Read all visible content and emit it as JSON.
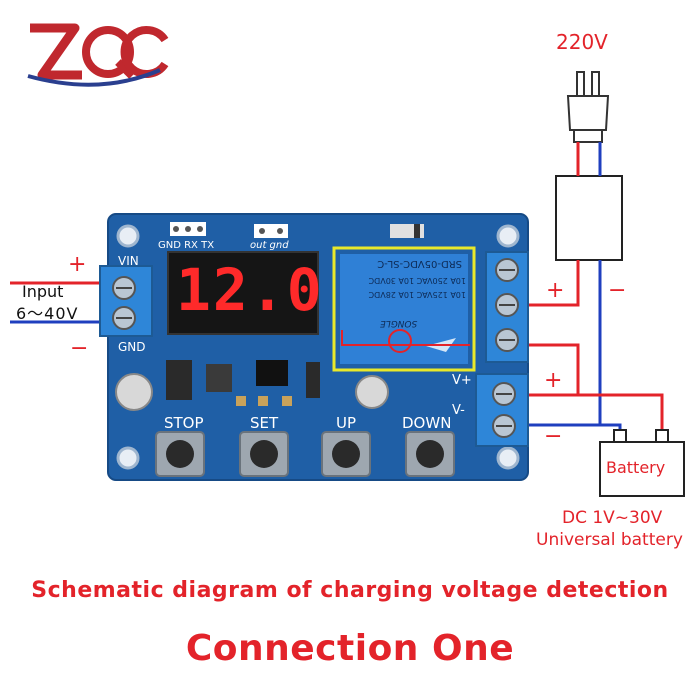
{
  "brand": {
    "logo_text": "ZQC"
  },
  "supply": {
    "mains_label": "220V"
  },
  "input": {
    "label": "Input",
    "range": "6～40V",
    "plus_sign": "+",
    "minus_sign": "−"
  },
  "board": {
    "display_value": "12.0",
    "terminal_vin": "VIN",
    "terminal_gnd": "GND",
    "terminal_vplus": "V+",
    "terminal_vminus": "V-",
    "header_labels": "GND RX TX",
    "header_labels_right": "out gnd",
    "buttons": [
      "STOP",
      "SET",
      "UP",
      "DOWN"
    ],
    "relay_model": "SRD-05VDC-SL-C",
    "relay_brand": "SONGLE",
    "relay_ratings": [
      "10A 250VAC 10A 30VDC",
      "10A 125VAC 10A 28VDC"
    ]
  },
  "relay_side": {
    "plus_sign": "+",
    "minus_sign": "−"
  },
  "battery_side": {
    "plus_sign": "+",
    "minus_sign": "−"
  },
  "battery": {
    "label": "Battery",
    "desc_line1": "DC 1V~30V",
    "desc_line2": "Universal battery"
  },
  "captions": {
    "schematic": "Schematic diagram of charging voltage detection",
    "connection": "Connection One"
  },
  "colors": {
    "accent_red": "#e3232a",
    "wire_red": "#e3232a",
    "wire_blue": "#1f3fbf",
    "pcb_blue": "#1f5fa6",
    "terminal_blue": "#2e86d8",
    "led_red": "#ff2a2a"
  }
}
